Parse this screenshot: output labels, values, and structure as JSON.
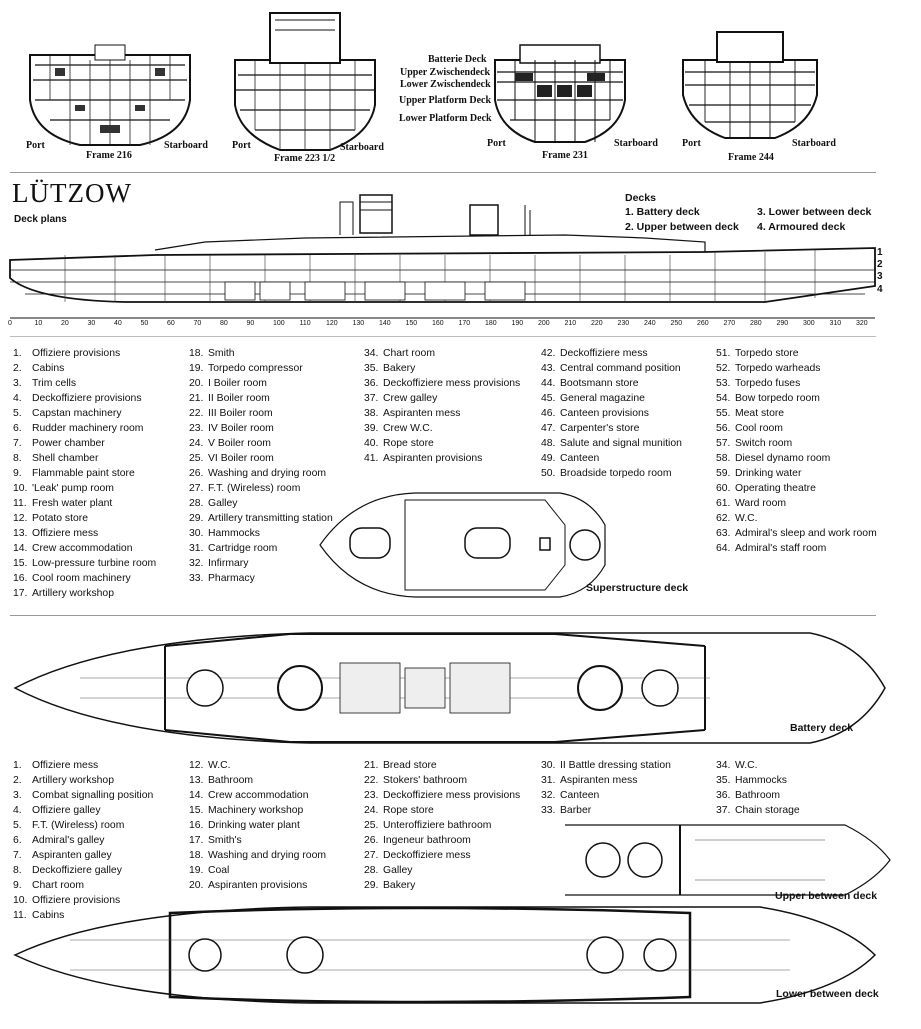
{
  "sections": {
    "frame216": {
      "port": "Port",
      "starboard": "Starboard",
      "frame": "Frame 216"
    },
    "frame223": {
      "port": "Port",
      "starboard": "Starboard",
      "frame": "Frame 223 1/2"
    },
    "frame231": {
      "port": "Port",
      "starboard": "Starboard",
      "frame": "Frame 231"
    },
    "frame244": {
      "port": "Port",
      "starboard": "Starboard",
      "frame": "Frame 244"
    },
    "deck_names": [
      "Batterie Deck",
      "Upper Zwischendeck",
      "Lower Zwischendeck",
      "Upper Platform Deck",
      "Lower Platform Deck"
    ]
  },
  "title": "LÜTZOW",
  "subtitle": "Deck plans",
  "decks": {
    "heading": "Decks",
    "items": [
      "1.  Battery deck",
      "2.  Upper between deck",
      "3.  Lower between deck",
      "4.  Armoured deck"
    ]
  },
  "side_numbers": [
    "1",
    "2",
    "3",
    "4"
  ],
  "legend_top": {
    "col1": [
      [
        "1.",
        "Offiziere provisions"
      ],
      [
        "2.",
        "Cabins"
      ],
      [
        "3.",
        "Trim cells"
      ],
      [
        "4.",
        "Deckoffiziere provisions"
      ],
      [
        "5.",
        "Capstan machinery"
      ],
      [
        "6.",
        "Rudder machinery room"
      ],
      [
        "7.",
        "Power chamber"
      ],
      [
        "8.",
        "Shell chamber"
      ],
      [
        "9.",
        "Flammable paint store"
      ],
      [
        "10.",
        "'Leak' pump room"
      ],
      [
        "11.",
        "Fresh water plant"
      ],
      [
        "12.",
        "Potato store"
      ],
      [
        "13.",
        "Offiziere mess"
      ],
      [
        "14.",
        "Crew accommodation"
      ],
      [
        "15.",
        "Low-pressure turbine room"
      ],
      [
        "16.",
        "Cool room machinery"
      ],
      [
        "17.",
        "Artillery workshop"
      ]
    ],
    "col2": [
      [
        "18.",
        "Smith"
      ],
      [
        "19.",
        "Torpedo compressor"
      ],
      [
        "20.",
        "I Boiler room"
      ],
      [
        "21.",
        "II Boiler room"
      ],
      [
        "22.",
        "III Boiler room"
      ],
      [
        "23.",
        "IV Boiler room"
      ],
      [
        "24.",
        "V Boiler room"
      ],
      [
        "25.",
        "VI Boiler room"
      ],
      [
        "26.",
        "Washing and drying room"
      ],
      [
        "27.",
        "F.T. (Wireless) room"
      ],
      [
        "28.",
        "Galley"
      ],
      [
        "29.",
        "Artillery transmitting station"
      ],
      [
        "30.",
        "Hammocks"
      ],
      [
        "31.",
        "Cartridge room"
      ],
      [
        "32.",
        "Infirmary"
      ],
      [
        "33.",
        "Pharmacy"
      ]
    ],
    "col3": [
      [
        "34.",
        "Chart room"
      ],
      [
        "35.",
        "Bakery"
      ],
      [
        "36.",
        "Deckoffiziere mess provisions"
      ],
      [
        "37.",
        "Crew galley"
      ],
      [
        "38.",
        "Aspiranten mess"
      ],
      [
        "39.",
        "Crew W.C."
      ],
      [
        "40.",
        "Rope store"
      ],
      [
        "41.",
        "Aspiranten provisions"
      ]
    ],
    "col4": [
      [
        "42.",
        "Deckoffiziere mess"
      ],
      [
        "43.",
        "Central command position"
      ],
      [
        "44.",
        "Bootsmann store"
      ],
      [
        "45.",
        "General magazine"
      ],
      [
        "46.",
        "Canteen provisions"
      ],
      [
        "47.",
        "Carpenter's store"
      ],
      [
        "48.",
        "Salute and signal munition"
      ],
      [
        "49.",
        "Canteen"
      ],
      [
        "50.",
        "Broadside torpedo room"
      ]
    ],
    "col5": [
      [
        "51.",
        "Torpedo store"
      ],
      [
        "52.",
        "Torpedo warheads"
      ],
      [
        "53.",
        "Torpedo fuses"
      ],
      [
        "54.",
        "Bow torpedo room"
      ],
      [
        "55.",
        "Meat store"
      ],
      [
        "56.",
        "Cool room"
      ],
      [
        "57.",
        "Switch room"
      ],
      [
        "58.",
        "Diesel dynamo room"
      ],
      [
        "59.",
        "Drinking water"
      ],
      [
        "60.",
        "Operating theatre"
      ],
      [
        "61.",
        "Ward room"
      ],
      [
        "62.",
        "W.C."
      ],
      [
        "63.",
        "Admiral's sleep and work room"
      ],
      [
        "64.",
        "Admiral's staff room"
      ]
    ]
  },
  "plan_labels": {
    "superstructure": "Superstructure deck",
    "battery": "Battery deck",
    "upper_between": "Upper between deck",
    "lower_between": "Lower between deck"
  },
  "legend_bottom": {
    "col1": [
      [
        "1.",
        "Offiziere mess"
      ],
      [
        "2.",
        "Artillery workshop"
      ],
      [
        "3.",
        "Combat signalling position"
      ],
      [
        "4.",
        "Offiziere galley"
      ],
      [
        "5.",
        "F.T. (Wireless) room"
      ],
      [
        "6.",
        "Admiral's galley"
      ],
      [
        "7.",
        "Aspiranten galley"
      ],
      [
        "8.",
        "Deckoffiziere galley"
      ],
      [
        "9.",
        "Chart room"
      ],
      [
        "10.",
        "Offiziere provisions"
      ],
      [
        "11.",
        "Cabins"
      ]
    ],
    "col2": [
      [
        "12.",
        "W.C."
      ],
      [
        "13.",
        "Bathroom"
      ],
      [
        "14.",
        "Crew accommodation"
      ],
      [
        "15.",
        "Machinery workshop"
      ],
      [
        "16.",
        "Drinking water plant"
      ],
      [
        "17.",
        "Smith's"
      ],
      [
        "18.",
        "Washing and drying room"
      ],
      [
        "19.",
        "Coal"
      ],
      [
        "20.",
        "Aspiranten provisions"
      ]
    ],
    "col3": [
      [
        "21.",
        "Bread store"
      ],
      [
        "22.",
        "Stokers' bathroom"
      ],
      [
        "23.",
        "Deckoffiziere mess provisions"
      ],
      [
        "24.",
        "Rope store"
      ],
      [
        "25.",
        "Unteroffiziere bathroom"
      ],
      [
        "26.",
        "Ingeneur bathroom"
      ],
      [
        "27.",
        "Deckoffiziere mess"
      ],
      [
        "28.",
        "Galley"
      ],
      [
        "29.",
        "Bakery"
      ]
    ],
    "col4": [
      [
        "30.",
        "II Battle dressing station"
      ],
      [
        "31.",
        "Aspiranten mess"
      ],
      [
        "32.",
        "Canteen"
      ],
      [
        "33.",
        "Barber"
      ]
    ],
    "col5": [
      [
        "34.",
        "W.C."
      ],
      [
        "35.",
        "Hammocks"
      ],
      [
        "36.",
        "Bathroom"
      ],
      [
        "37.",
        "Chain storage"
      ]
    ]
  },
  "frame_scale": [
    "0",
    "10",
    "20",
    "30",
    "40",
    "50",
    "60",
    "70",
    "80",
    "90",
    "100",
    "110",
    "120",
    "130",
    "140",
    "150",
    "160",
    "170",
    "180",
    "190",
    "200",
    "210",
    "220",
    "230",
    "240",
    "250",
    "260",
    "270",
    "280",
    "290",
    "300",
    "310",
    "320"
  ]
}
